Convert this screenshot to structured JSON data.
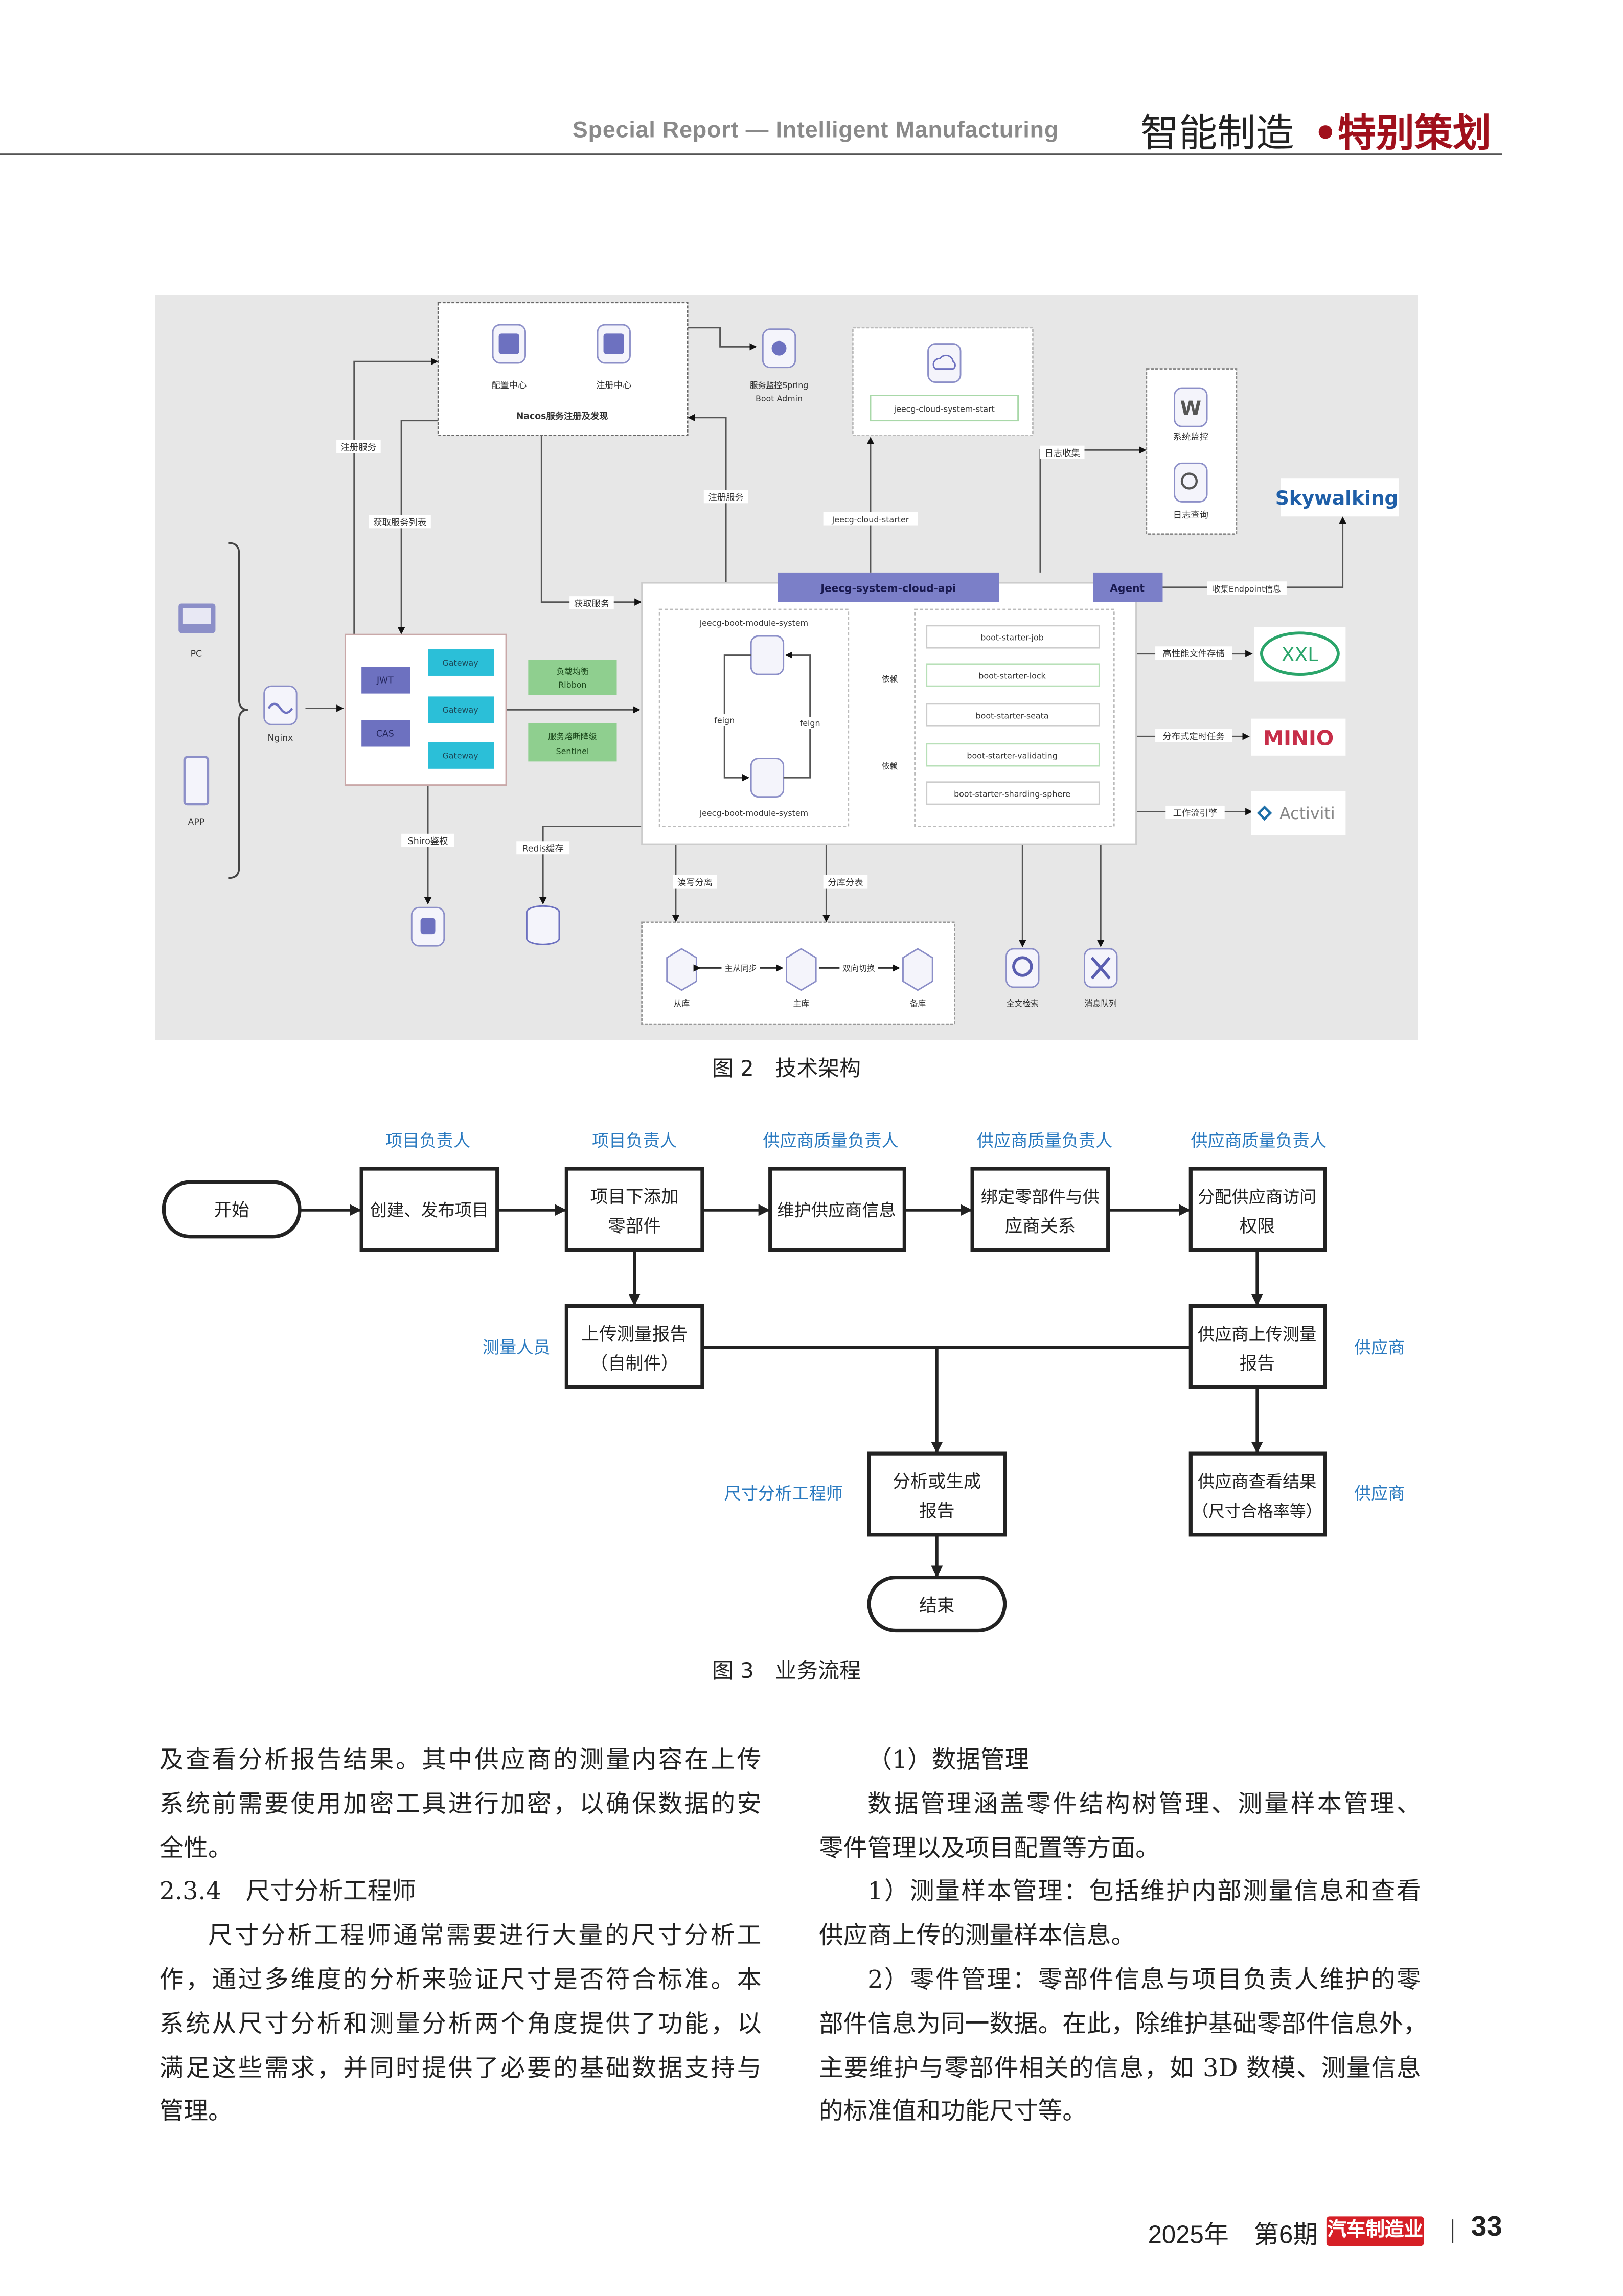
{
  "header": {
    "english": "Special Report — Intelligent Manufacturing",
    "section": "智能制造",
    "dot": "•",
    "subsection": "特别策划"
  },
  "figure2": {
    "caption": "图 2　技术架构",
    "nacos": {
      "title": "Nacos服务注册及发现",
      "config_center": "配置中心",
      "registry_center": "注册中心"
    },
    "admin": {
      "line1": "服务监控Spring",
      "line2": "Boot Admin"
    },
    "cloud_start": "jeecg-cloud-system-start",
    "monitor": {
      "system": "系统监控",
      "log": "日志查询"
    },
    "skywalking": "Skywalking",
    "api_bar": "Jeecg-system-cloud-api",
    "agent": "Agent",
    "module_top": "jeecg-boot-module-system",
    "module_bottom": "jeecg-boot-module-system",
    "feign": "feign",
    "depend": "依赖",
    "starters": [
      "boot-starter-job",
      "boot-starter-lock",
      "boot-starter-seata",
      "boot-starter-validating",
      "boot-starter-sharding-sphere"
    ],
    "gateway": {
      "jwt": "JWT",
      "cas": "CAS",
      "gateway": "Gateway"
    },
    "ribbon": {
      "line1": "负载均衡",
      "line2": "Ribbon"
    },
    "sentinel": {
      "line1": "服务熔断降级",
      "line2": "Sentinel"
    },
    "clients": {
      "pc": "PC",
      "app": "APP",
      "nginx": "Nginx"
    },
    "edges": {
      "register1": "注册服务",
      "fetch_list": "获取服务列表",
      "fetch": "获取服务",
      "register2": "注册服务",
      "cloud_starter": "Jeecg-cloud-starter",
      "log_collect": "日志收集",
      "endpoint": "收集Endpoint信息",
      "file_storage": "高性能文件存储",
      "scheduled": "分布式定时任务",
      "workflow": "工作流引擎",
      "shiro": "Shiro鉴权",
      "redis": "Redis缓存",
      "rw_split": "读写分离",
      "sharding": "分库分表",
      "master_slave": "主从同步",
      "switch": "双向切换"
    },
    "db": {
      "slave": "从库",
      "master": "主库",
      "backup": "备库"
    },
    "search": "全文检索",
    "mq": "消息队列",
    "logos": {
      "xxl": "XXL",
      "minio": "MINIO",
      "activiti": "Activiti"
    }
  },
  "figure3": {
    "caption": "图 3　业务流程",
    "roles": {
      "r1": "项目负责人",
      "r2": "项目负责人",
      "r3": "供应商质量负责人",
      "r4": "供应商质量负责人",
      "r5": "供应商质量负责人",
      "measurer": "测量人员",
      "supplier1": "供应商",
      "engineer": "尺寸分析工程师",
      "supplier2": "供应商"
    },
    "start": "开始",
    "end": "结束",
    "steps": {
      "create": "创建、发布项目",
      "add_parts_1": "项目下添加",
      "add_parts_2": "零部件",
      "maintain": "维护供应商信息",
      "bind_1": "绑定零部件与供",
      "bind_2": "应商关系",
      "assign_1": "分配供应商访问",
      "assign_2": "权限",
      "upload_1": "上传测量报告",
      "upload_2": "（自制件）",
      "sup_upload_1": "供应商上传测量",
      "sup_upload_2": "报告",
      "analyze_1": "分析或生成",
      "analyze_2": "报告",
      "view_1": "供应商查看结果",
      "view_2": "（尺寸合格率等）"
    }
  },
  "body": {
    "left": [
      "及查看分析报告结果。其中供应商的测量内容在上传",
      "系统前需要使用加密工具进行加密，以确保数据的安",
      "全性。",
      "2.3.4　尺寸分析工程师",
      "尺寸分析工程师通常需要进行大量的尺寸分析工",
      "作，通过多维度的分析来验证尺寸是否符合标准。本",
      "系统从尺寸分析和测量分析两个角度提供了功能，以",
      "满足这些需求，并同时提供了必要的基础数据支持与",
      "管理。"
    ],
    "right": [
      "（1）数据管理",
      "数据管理涵盖零件结构树管理、测量样本管理、",
      "零件管理以及项目配置等方面。",
      "1）测量样本管理：包括维护内部测量信息和查看",
      "供应商上传的测量样本信息。",
      "2）零件管理：零部件信息与项目负责人维护的零",
      "部件信息为同一数据。在此，除维护基础零部件信息外，",
      "主要维护与零部件相关的信息，如 3D 数模、测量信息",
      "的标准值和功能尺寸等。"
    ]
  },
  "footer": {
    "issue": "2025年　第6期 ·",
    "brand": "汽车制造业",
    "page": "33"
  },
  "colors": {
    "accent_red": "#a0101c",
    "role_blue": "#2a7ac0",
    "api_purple": "#7b7fc8",
    "gateway_cyan": "#2bbfd8",
    "green_box": "#8fcf8f",
    "brand_red": "#d61f26"
  }
}
